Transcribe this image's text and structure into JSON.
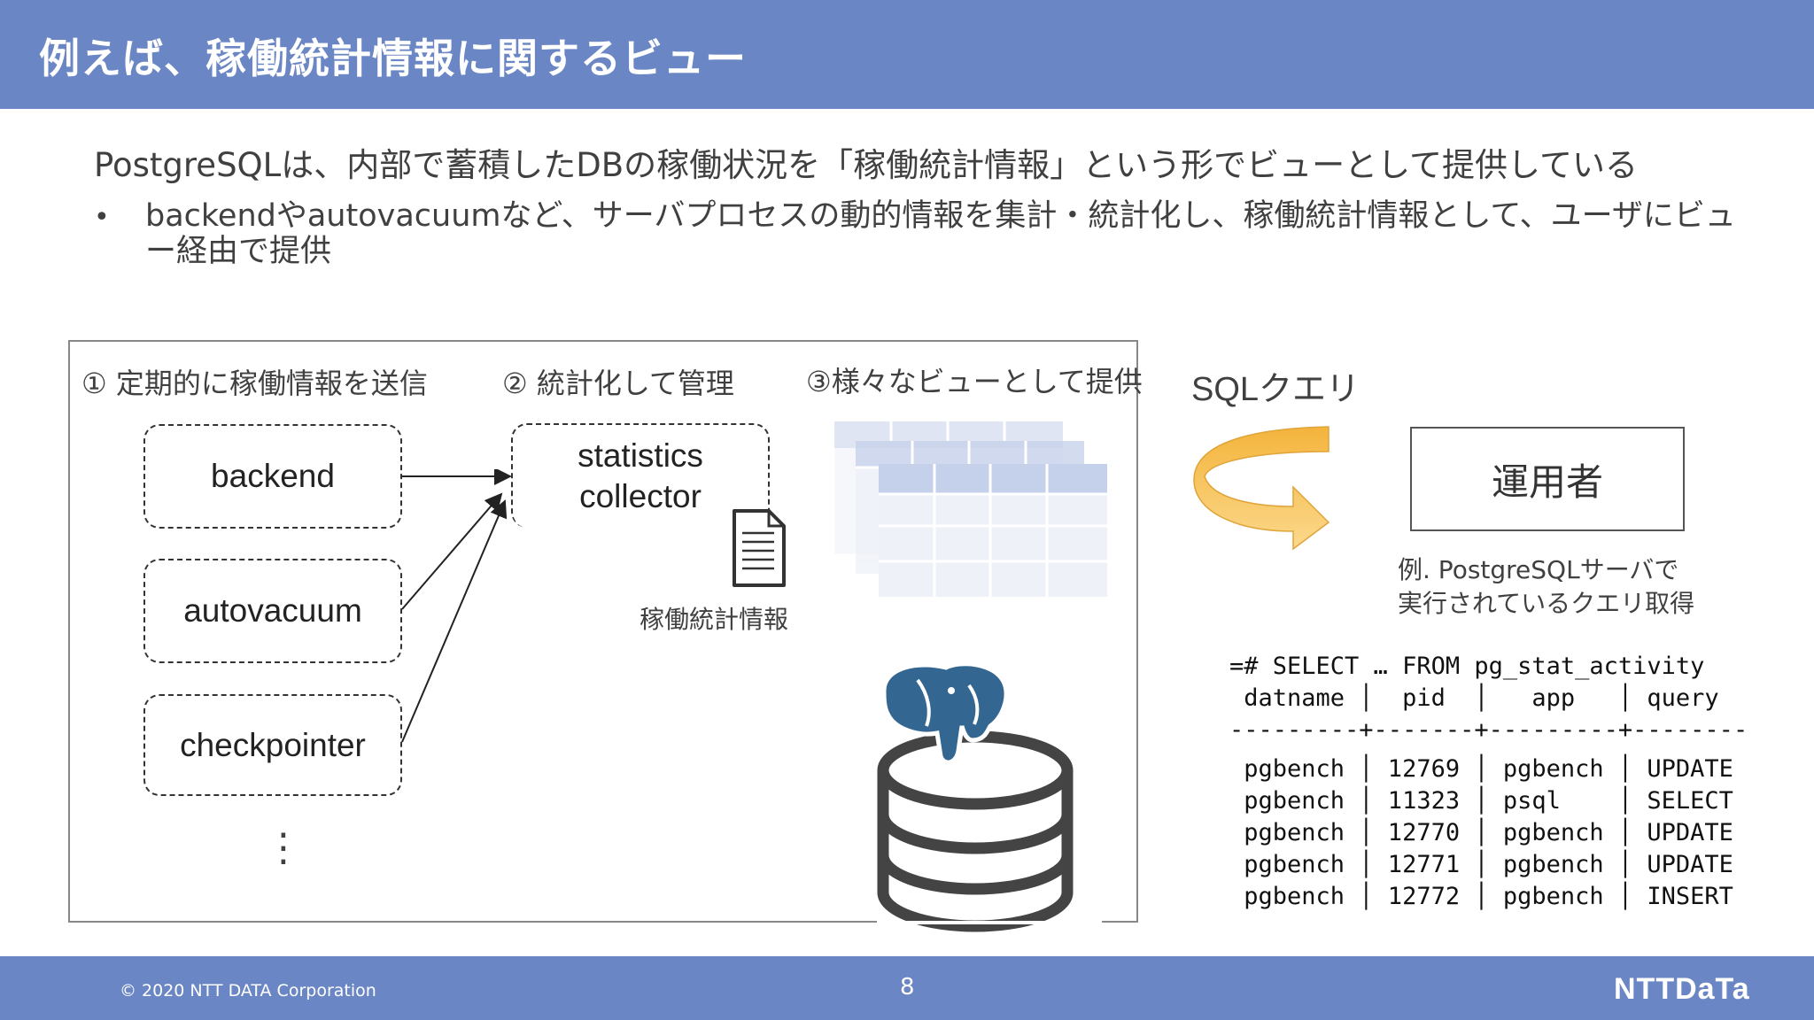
{
  "header": {
    "title": "例えば、稼働統計情報に関するビュー"
  },
  "lead": "PostgreSQLは、内部で蓄積したDBの稼働状況を「稼働統計情報」という形でビューとして提供している",
  "bullet": {
    "marker": "•",
    "text": "backendやautovacuumなど、サーバプロセスの動的情報を集計・統計化し、稼働統計情報として、ユーザにビュー経由で提供"
  },
  "diagram": {
    "step1": "① 定期的に稼働情報を送信",
    "step2": "② 統計化して管理",
    "step3": "③様々なビューとして提供",
    "processes": [
      "backend",
      "autovacuum",
      "checkpointer"
    ],
    "ellipsis": "⋮",
    "collector_line1": "statistics",
    "collector_line2": "collector",
    "doc_label": "稼働統計情報",
    "doc_icon": "document-icon",
    "db_icon": "postgresql-database-icon"
  },
  "right": {
    "sql_label": "SQLクエリ",
    "operator": "運用者",
    "note_line1": "例. PostgreSQLサーバで",
    "note_line2": "実行されているクエリ取得",
    "query": "=# SELECT … FROM pg_stat_activity",
    "table_header": " datname │  pid  │   app   │ query",
    "table_divider": "---------+-------+---------+--------",
    "rows": [
      " pgbench │ 12769 │ pgbench │ UPDATE",
      " pgbench │ 11323 │ psql    │ SELECT",
      " pgbench │ 12770 │ pgbench │ UPDATE",
      " pgbench │ 12771 │ pgbench │ UPDATE",
      " pgbench │ 12772 │ pgbench │ INSERT"
    ]
  },
  "footer": {
    "copyright": "© 2020 NTT DATA Corporation",
    "page": "8",
    "logo": "NTTDaTa"
  },
  "colors": {
    "header_bg": "#6b86c4",
    "arrow_yellow": "#f7c95c",
    "table_blue": "#c5d0ea",
    "pg_blue": "#336791"
  }
}
